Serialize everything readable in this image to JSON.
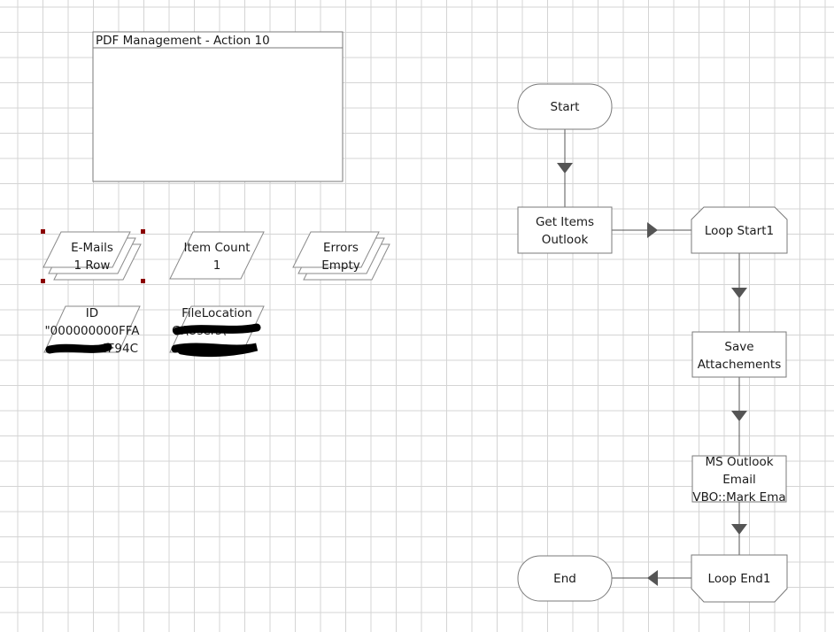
{
  "page_box": {
    "title": "PDF Management - Action 10"
  },
  "flow": {
    "start": "Start",
    "get_items": [
      "Get Items",
      "Outlook"
    ],
    "loop_start": "Loop Start1",
    "save": [
      "Save",
      "Attachements"
    ],
    "mark": [
      "MS Outlook",
      "Email",
      "VBO::Mark Ema"
    ],
    "loop_end": "Loop End1",
    "end": "End"
  },
  "data_items": {
    "emails": [
      "E-Mails",
      "1 Row"
    ],
    "item_count": [
      "Item Count",
      "1"
    ],
    "errors": [
      "Errors",
      "Empty"
    ],
    "id": [
      "ID",
      "\"000000000FFA",
      "4F94C"
    ],
    "file_location": [
      "FileLocation",
      "C:\\Users\\",
      ""
    ]
  },
  "colors": {
    "selection": "#8b0000",
    "grid": "#d4d4d4"
  }
}
